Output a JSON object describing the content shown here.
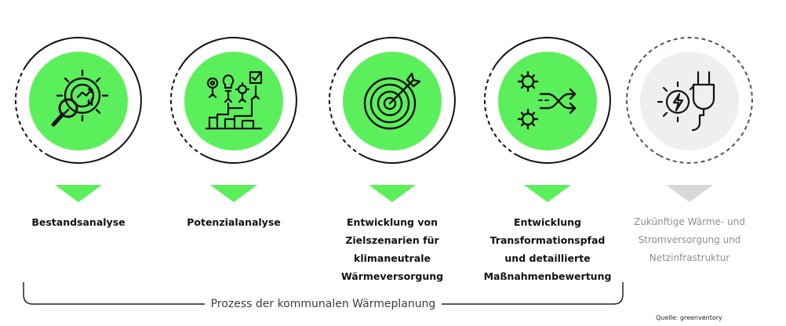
{
  "colors": {
    "active": "#5bf05b",
    "inactive": "#efefef",
    "inactive_pointer": "#d8d8d8",
    "ink": "#111111"
  },
  "steps": [
    {
      "label": "Bestandsanalyse",
      "icon": "magnifier-gear-icon",
      "active": true
    },
    {
      "label": "Potenzialanalyse",
      "icon": "ideas-growth-icon",
      "active": true
    },
    {
      "label": "Entwicklung von\nZielszenarien für\nklimaneutrale\nWärmeversorgung",
      "icon": "target-arrow-icon",
      "active": true
    },
    {
      "label": "Entwicklung\nTransformationspfad\nund detaillierte\nMaßnahmenbewertung",
      "icon": "gears-paths-icon",
      "active": true
    },
    {
      "label": "Zukünftige Wärme- und\nStromversorgung und\nNetzinfrastruktur",
      "icon": "plug-energy-icon",
      "active": false
    }
  ],
  "process_caption": "Prozess der kommunalen Wärmeplanung",
  "source": "Quelle: greenventory"
}
